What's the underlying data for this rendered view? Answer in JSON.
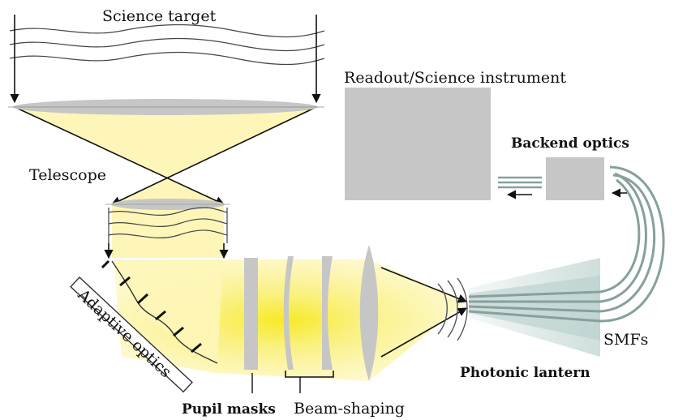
{
  "labels": {
    "science_target": "Science target",
    "telescope": "Telescope",
    "readout_instrument": "Readout/Science instrument",
    "backend_optics": "Backend optics",
    "adaptive_optics": "Adaptive optics",
    "smfs": "SMFs",
    "photonic_lantern": "Photonic lantern",
    "pupil_masks": "Pupil masks",
    "beam_shaping": "Beam-shaping"
  },
  "colors": {
    "beam": "#fdf6b8",
    "beam_core": "#f7e81a",
    "optic_gray": "#c6c6c6",
    "fiber": "#86a09e",
    "lantern": "#c9dbd8",
    "line": "#111111"
  }
}
